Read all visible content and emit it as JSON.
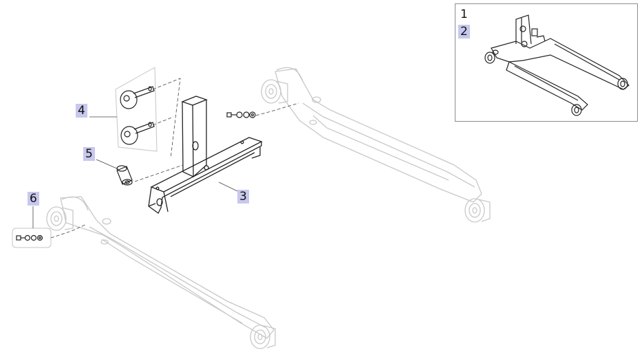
{
  "callouts": {
    "c1": "1",
    "c2": "2",
    "c3": "3",
    "c4": "4",
    "c5": "5",
    "c6": "6"
  },
  "colors": {
    "highlight": "#c8c8ee",
    "dim_part": "#c8c8c8",
    "active_part": "#222222",
    "frame": "#8c8c8c"
  },
  "icons": {
    "wheel": "caster-wheel-icon",
    "bolt": "bolt-icon"
  }
}
